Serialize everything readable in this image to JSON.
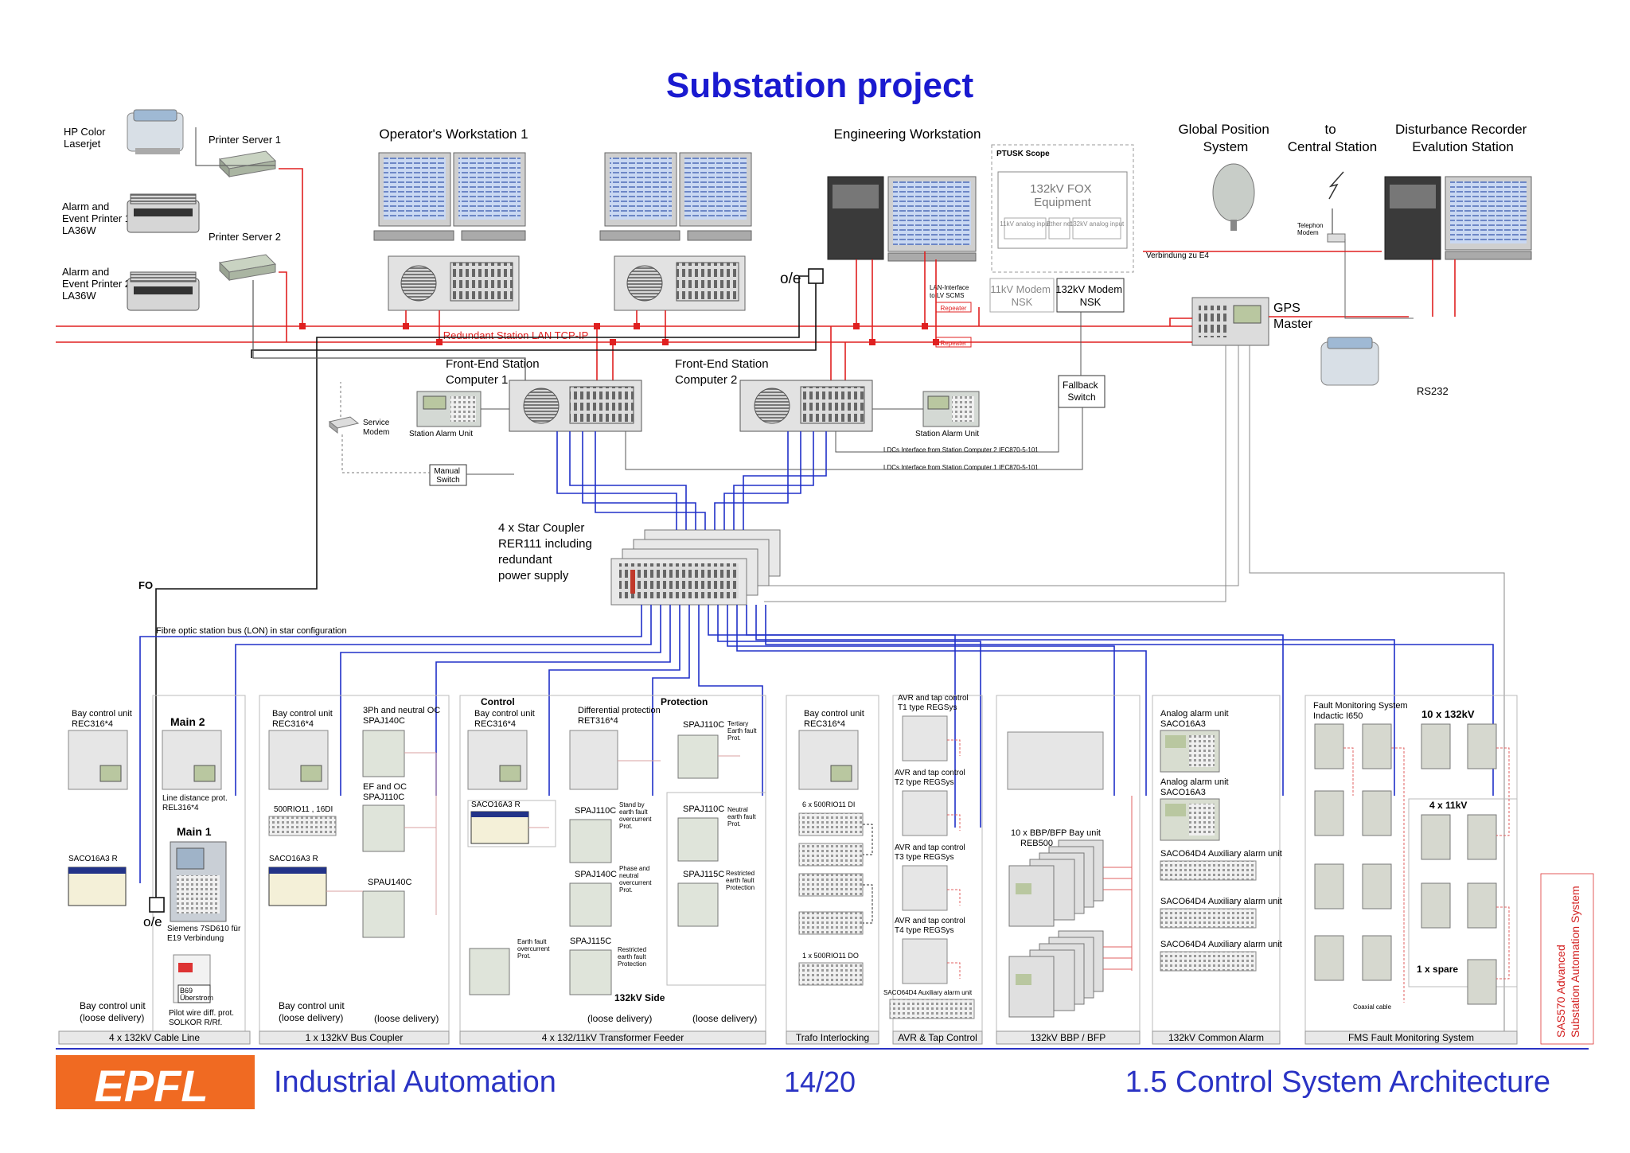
{
  "title": "Substation project",
  "colors": {
    "title": "#1a1ad0",
    "lan": "#e02020",
    "fibre": "#2030c8",
    "black": "#111111",
    "grey": "#8a8a8a",
    "logo": "#f06a22",
    "footer_text": "#2a33c4",
    "vertical_label": "#d32020"
  },
  "top": {
    "hp_color": [
      "HP Color",
      "Laserjet"
    ],
    "printer_server_1": "Printer Server  1",
    "printer_server_2": "Printer Server  2",
    "alarm_printer_1": [
      "Alarm and",
      "Event Printer 1",
      "LA36W"
    ],
    "alarm_printer_2": [
      "Alarm and",
      "Event Printer 2",
      "LA36W"
    ],
    "operator_ws": "Operator's Workstation 1",
    "engineering_ws": "Engineering Workstation",
    "oe_label": "o/e",
    "ptusk_scope": "PTUSK Scope",
    "fox_equipment": [
      "132kV FOX",
      "Equipment"
    ],
    "fox_ports": [
      "11kV analog input",
      "Ether net",
      "132kV analog input"
    ],
    "modem_11kv": [
      "11kV Modem",
      "NSK"
    ],
    "modem_132kv": [
      "132kV Modem",
      "NSK"
    ],
    "lan_interface": [
      "LAN-Interface",
      "to LV SCMS"
    ],
    "repeater": "Repeater",
    "gps_system": [
      "Global Position",
      "System"
    ],
    "to_central": [
      "to",
      "Central Station"
    ],
    "disturbance_recorder": [
      "Disturbance Recorder",
      "Evalution Station"
    ],
    "telephon_modem": [
      "Telephon",
      "Modem"
    ],
    "verbindung": "Verbindung zu E4",
    "gps_master": [
      "GPS",
      "Master"
    ],
    "rs232": "RS232",
    "redundant_lan": "Redundant Station LAN TCP-IP"
  },
  "mid": {
    "fesc1": [
      "Front-End Station",
      "Computer 1"
    ],
    "fesc2": [
      "Front-End Station",
      "Computer 2"
    ],
    "service_modem": [
      "Service",
      "Modem"
    ],
    "station_alarm_unit": "Station Alarm Unit",
    "manual_switch": [
      "Manual",
      "Switch"
    ],
    "fallback_switch": [
      "Fallback",
      "Switch"
    ],
    "ldc2": "LDCs Interface from Station Computer 2  IEC870-5-101",
    "ldc1": "LDCs Interface from Station Computer 1  IEC870-5-101",
    "star_coupler": [
      "4 x Star Coupler",
      "RER111 including",
      "redundant",
      "power supply"
    ],
    "fo": "FO",
    "fibre_bus": "Fibre optic station bus (LON) in star configuration"
  },
  "bays": {
    "cable": {
      "bcu": [
        "Bay control unit",
        "REC316*4"
      ],
      "main2": "Main 2",
      "line_dist": [
        "Line distance prot.",
        "REL316*4"
      ],
      "main1": "Main 1",
      "saco": "SACO16A3 R",
      "oe": "o/e",
      "siemens": [
        "Siemens 7SD610 für",
        "E19 Verbindung"
      ],
      "b69": [
        "B69",
        "Überstrom"
      ],
      "pilot": [
        "Pilot wire diff. prot.",
        "SOLKOR R/Rf."
      ],
      "bcu_loose": [
        "Bay control unit",
        "(loose delivery)"
      ],
      "footer": "4 x 132kV Cable Line"
    },
    "coupler": {
      "bcu": [
        "Bay control unit",
        "REC316*4"
      ],
      "spaj140c": [
        "3Ph and neutral OC",
        "SPAJ140C"
      ],
      "spaj110c": [
        "EF and OC",
        "SPAJ110C"
      ],
      "rio": "500RIO11 , 16DI",
      "saco": "SACO16A3 R",
      "spau": "SPAU140C",
      "bcu_loose": [
        "Bay control unit",
        "(loose delivery)"
      ],
      "loose": "(loose delivery)",
      "footer": "1 x 132kV Bus Coupler"
    },
    "transformer": {
      "control": "Control",
      "protection": "Protection",
      "bcu": [
        "Bay control unit",
        "REC316*4"
      ],
      "diff": [
        "Differential protection",
        "RET316*4"
      ],
      "spaj110c_t": "SPAJ110C",
      "tertiary": [
        "Tertiary",
        "Earth fault",
        "Prot."
      ],
      "saco": "SACO16A3 R",
      "spaj110c_a": "SPAJ110C",
      "standby": [
        "Stand by",
        "earth fault",
        "overcurrent",
        "Prot."
      ],
      "spaj110c_b": "SPAJ110C",
      "neutral_ef": [
        "Neutral",
        "earth fault",
        "Prot."
      ],
      "spaj140c": "SPAJ140C",
      "phase_neutral": [
        "Phase and",
        "neutral",
        "overcurrent",
        "Prot."
      ],
      "spaj115c_a": "SPAJ115C",
      "restricted_a": [
        "Restricted",
        "earth fault",
        "Protection"
      ],
      "earth_oc": [
        "Earth fault",
        "overcurrent",
        "Prot."
      ],
      "spaj115c_b": "SPAJ115C",
      "restricted_b": [
        "Restricted",
        "earth fault",
        "Protection"
      ],
      "side_132": "132kV Side",
      "loose1": "(loose delivery)",
      "loose2": "(loose delivery)",
      "footer": "4 x 132/11kV Transformer Feeder"
    },
    "trafo": {
      "bcu": [
        "Bay control unit",
        "REC316*4"
      ],
      "di": "6 x 500RIO11 DI",
      "do": "1 x 500RIO11 DO",
      "footer": "Trafo Interlocking"
    },
    "avr": {
      "t1": [
        "AVR and tap control",
        "T1 type REGSys"
      ],
      "t2": [
        "AVR and tap control",
        "T2 type REGSys"
      ],
      "t3": [
        "AVR and tap control",
        "T3 type REGSys"
      ],
      "t4": [
        "AVR and tap control",
        "T4 type REGSys"
      ],
      "saco": "SACO64D4  Auxiliary alarm unit",
      "footer": "AVR & Tap Control"
    },
    "bbp": {
      "units": [
        "10 x BBP/BFP Bay unit",
        "REB500"
      ],
      "footer": "132kV BBP / BFP"
    },
    "alarm": {
      "a1": [
        "Analog alarm unit",
        "SACO16A3"
      ],
      "a2": [
        "Analog alarm unit",
        "SACO16A3"
      ],
      "s1": "SACO64D4 Auxiliary alarm unit",
      "s2": "SACO64D4 Auxiliary alarm unit",
      "s3": "SACO64D4 Auxiliary alarm unit",
      "footer": "132kV Common Alarm"
    },
    "fms": {
      "fms_title": [
        "Fault Monitoring System",
        "Indactic I650"
      ],
      "x132": "10 x 132kV",
      "x11": "4 x 11kV",
      "spare": "1 x spare",
      "coax": "Coaxial cable",
      "footer": "FMS Fault Monitoring System"
    }
  },
  "sas": [
    "SAS570 Advanced",
    "Substation Automation System"
  ],
  "footer": {
    "logo": "EPFL",
    "left": "Industrial Automation",
    "page": "14/20",
    "right": "1.5 Control System Architecture"
  }
}
